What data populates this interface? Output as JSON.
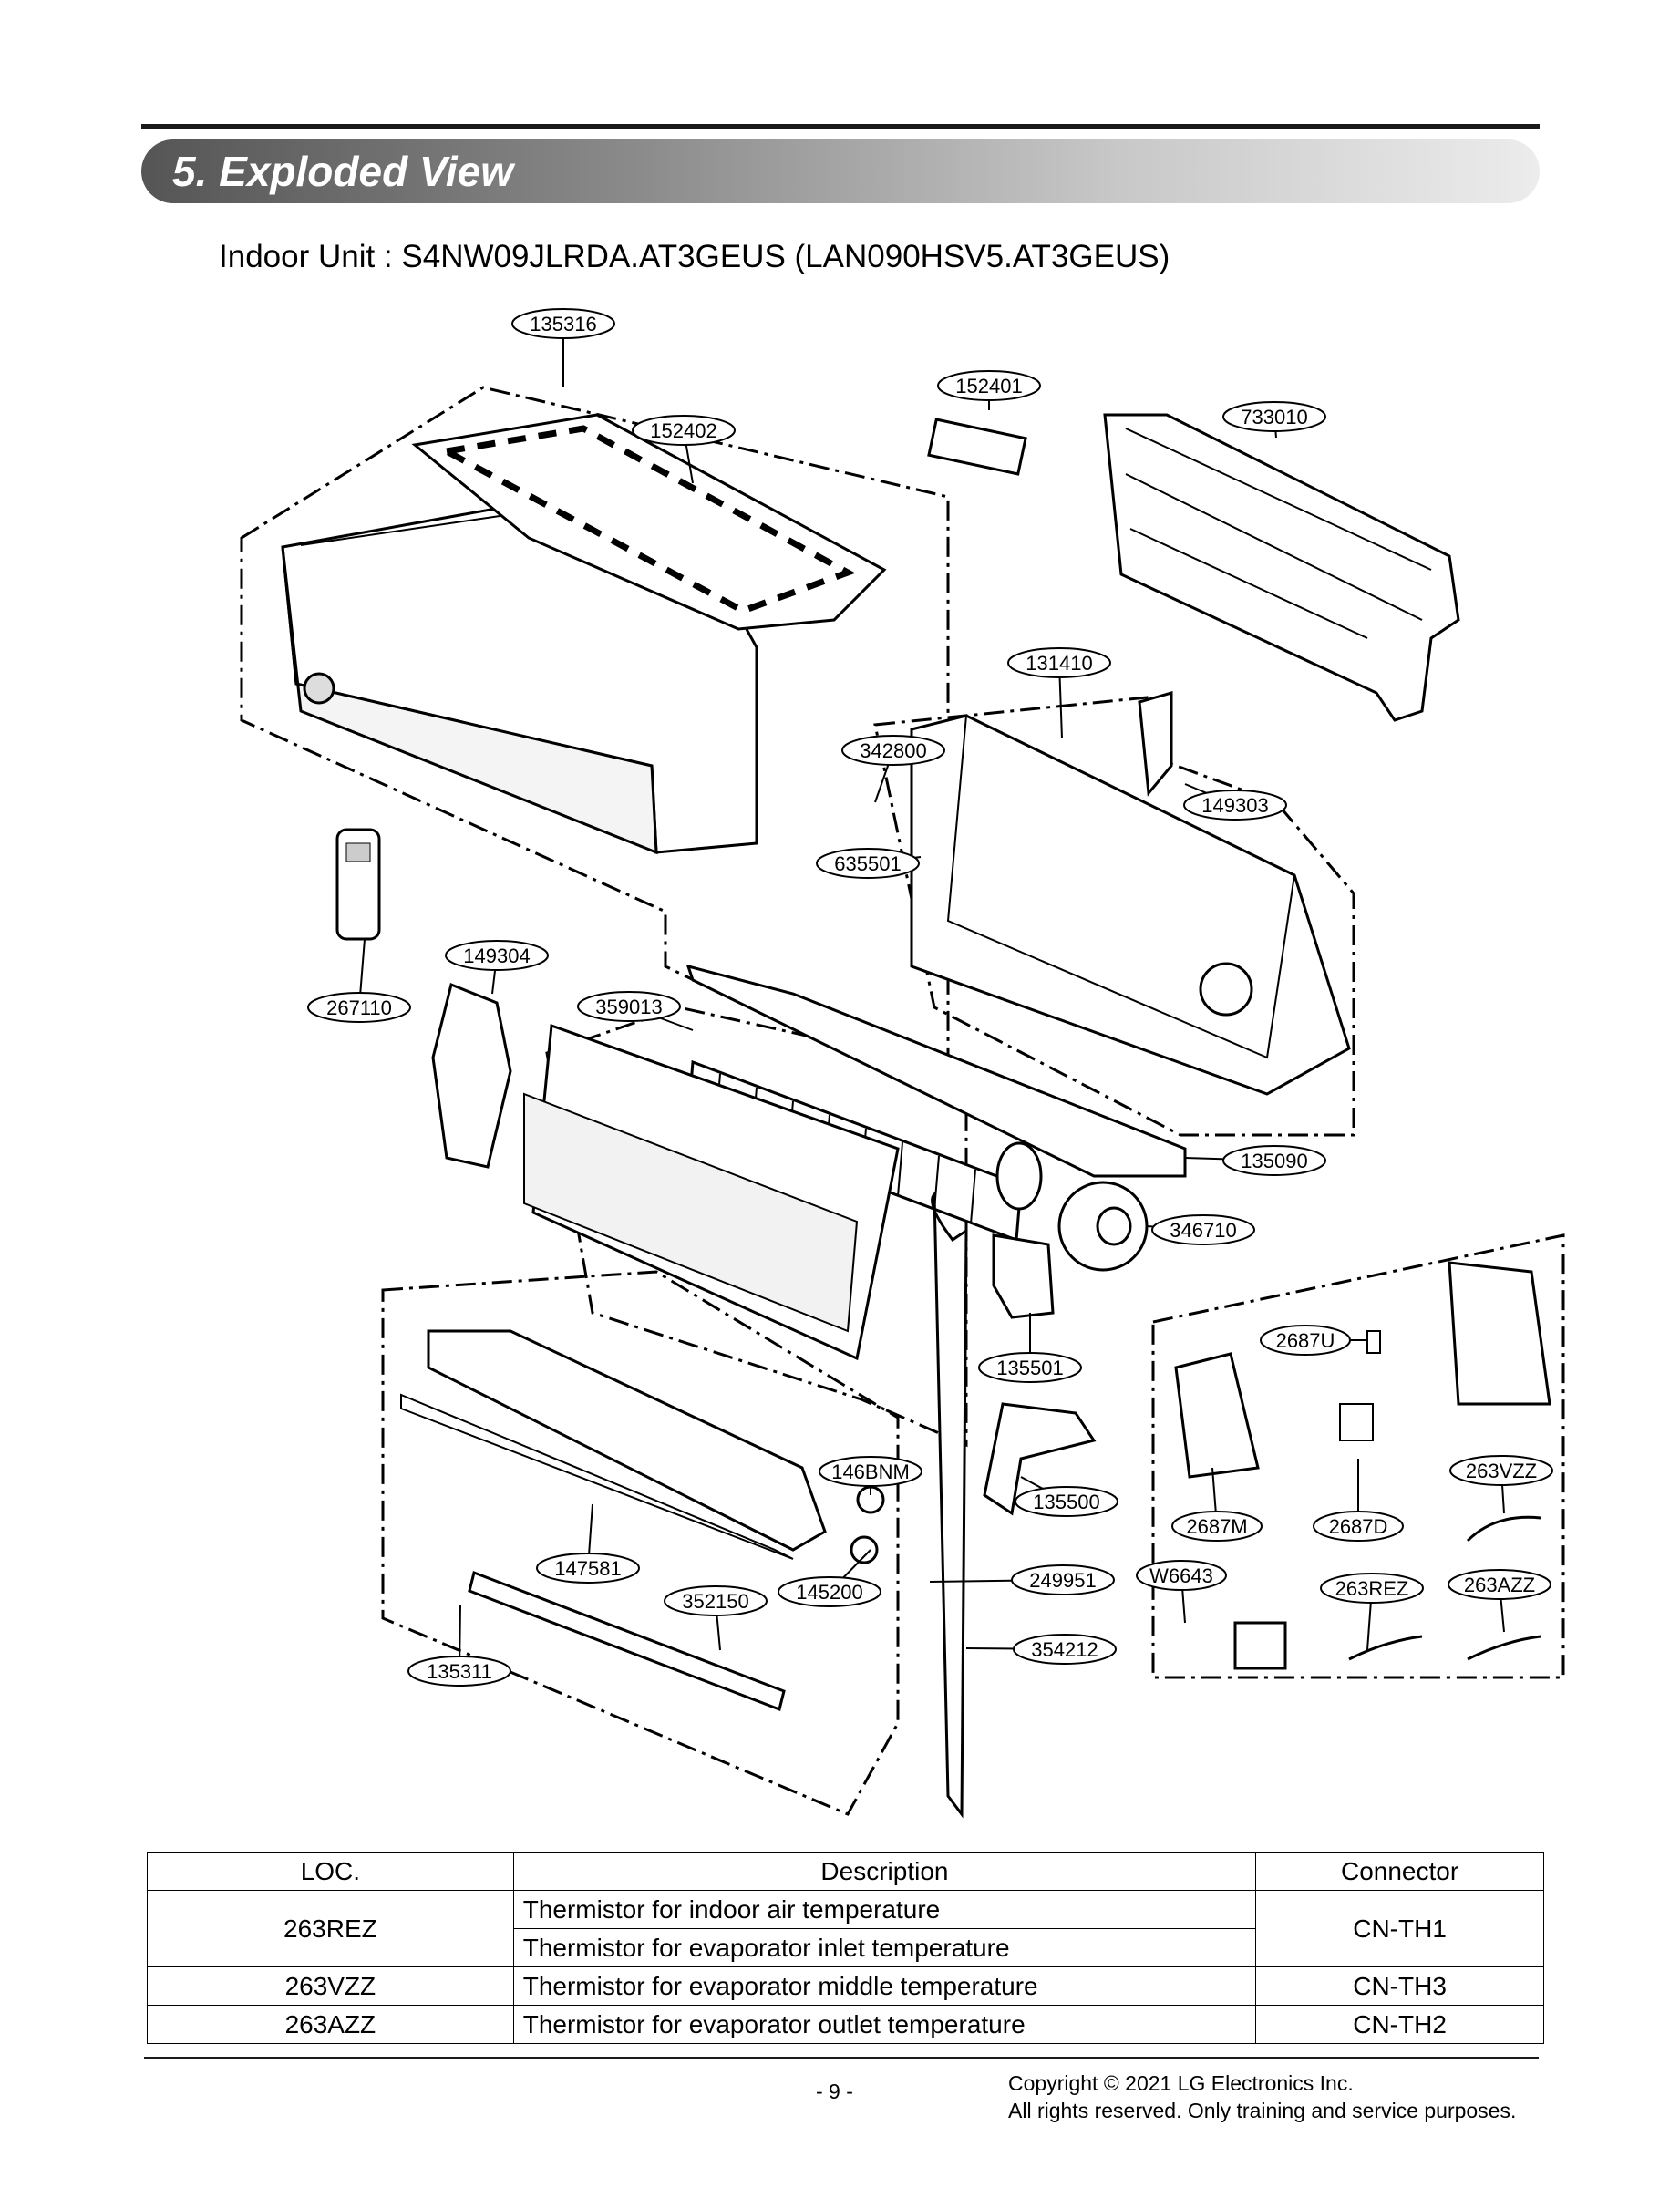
{
  "header": {
    "section_title": "5. Exploded View",
    "subtitle": "Indoor Unit : S4NW09JLRDA.AT3GEUS (LAN090HSV5.AT3GEUS)"
  },
  "callouts": [
    "135316",
    "152401",
    "152402",
    "733010",
    "131410",
    "342800",
    "149303",
    "635501",
    "149304",
    "267110",
    "359013",
    "135090",
    "346710",
    "2687U",
    "135501",
    "263VZZ",
    "146BNM",
    "135500",
    "2687M",
    "2687D",
    "147581",
    "145200",
    "352150",
    "249951",
    "W6643",
    "263REZ",
    "263AZZ",
    "354212",
    "135311"
  ],
  "table": {
    "headers": [
      "LOC.",
      "Description",
      "Connector"
    ],
    "rows": [
      {
        "loc": "263REZ",
        "descriptions": [
          "Thermistor for indoor air temperature",
          "Thermistor for evaporator inlet temperature"
        ],
        "connector": "CN-TH1"
      },
      {
        "loc": "263VZZ",
        "descriptions": [
          "Thermistor for evaporator middle temperature"
        ],
        "connector": "CN-TH3"
      },
      {
        "loc": "263AZZ",
        "descriptions": [
          "Thermistor for evaporator outlet temperature"
        ],
        "connector": "CN-TH2"
      }
    ]
  },
  "footer": {
    "page_number": "- 9 -",
    "copyright_line1": "Copyright © 2021 LG Electronics Inc.",
    "copyright_line2": "All rights reserved. Only training and service purposes."
  }
}
